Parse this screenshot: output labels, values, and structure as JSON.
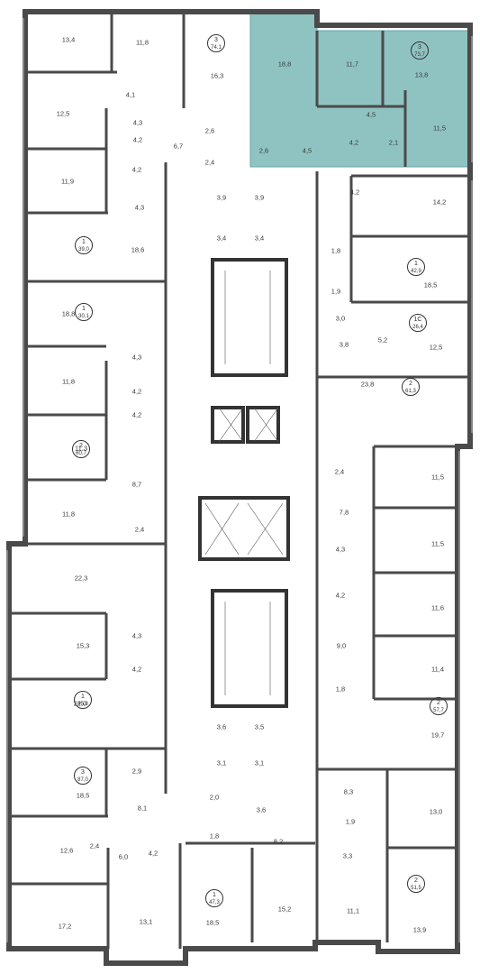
{
  "colors": {
    "wall": "#4a4a4a",
    "wall_light": "#bdbdbd",
    "highlight_fill": "#8fc3c2",
    "highlight_stroke": "#6aa6a5",
    "label": "#3a3a3a"
  },
  "highlighted_apartment": {
    "rooms": "3",
    "area": "73,7"
  },
  "apartments": [
    {
      "id": "a1",
      "rooms": "3",
      "area": "74,1"
    },
    {
      "id": "a2",
      "rooms": "3",
      "area": "73,7"
    },
    {
      "id": "a3",
      "rooms": "1",
      "area": "39,0"
    },
    {
      "id": "a4",
      "rooms": "1",
      "area": "42,9"
    },
    {
      "id": "a5",
      "rooms": "1",
      "area": "30,1"
    },
    {
      "id": "a6",
      "rooms": "1С",
      "area": "26,4"
    },
    {
      "id": "a7",
      "rooms": "2",
      "area": "61,3"
    },
    {
      "id": "a8",
      "rooms": "2",
      "area": "60,7"
    },
    {
      "id": "a9",
      "rooms": "1",
      "area": "45,8"
    },
    {
      "id": "a10",
      "rooms": "2",
      "area": "57,7"
    },
    {
      "id": "a11",
      "rooms": "3",
      "area": "87,0"
    },
    {
      "id": "a12",
      "rooms": "1",
      "area": "47,3"
    },
    {
      "id": "a13",
      "rooms": "2",
      "area": "51,5"
    }
  ],
  "room_areas": [
    "13,4",
    "11,8",
    "16,3",
    "18,8",
    "11,7",
    "13,8",
    "4,1",
    "12,5",
    "4,3",
    "4,2",
    "6,7",
    "2,6",
    "2,4",
    "2,6",
    "4,5",
    "4,5",
    "4,2",
    "2,1",
    "11,5",
    "11,9",
    "4,3",
    "4,2",
    "4,2",
    "14,2",
    "3,9",
    "3,9",
    "3,4",
    "3,4",
    "18,6",
    "1,8",
    "18,5",
    "1,9",
    "18,8",
    "3,0",
    "5,2",
    "3,8",
    "12,5",
    "4,3",
    "11,8",
    "4,2",
    "4,2",
    "23,8",
    "11,3",
    "2,4",
    "11,5",
    "8,7",
    "7,8",
    "11,8",
    "2,4",
    "11,5",
    "4,3",
    "22,3",
    "4,2",
    "11,6",
    "15,3",
    "4,3",
    "9,0",
    "4,2",
    "11,4",
    "1,8",
    "22,0",
    "3,6",
    "3,5",
    "19,7",
    "3,1",
    "3,1",
    "2,9",
    "18,5",
    "8,3",
    "8,1",
    "2,0",
    "3,6",
    "13,0",
    "1,9",
    "12,6",
    "2,4",
    "6,0",
    "4,2",
    "1,8",
    "8,2",
    "3,3",
    "17,2",
    "13,1",
    "18,5",
    "15,2",
    "11,1",
    "13,9"
  ]
}
